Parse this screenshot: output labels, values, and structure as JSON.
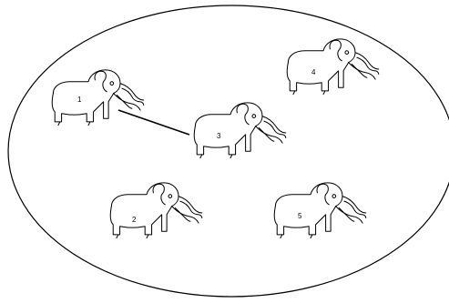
{
  "diagram": {
    "colors": {
      "stroke": "#000000",
      "background": "#ffffff"
    },
    "elephants": [
      {
        "id": "1",
        "label": "1"
      },
      {
        "id": "2",
        "label": "2"
      },
      {
        "id": "3",
        "label": "3"
      },
      {
        "id": "4",
        "label": "4"
      },
      {
        "id": "5",
        "label": "5"
      }
    ],
    "edges": [
      {
        "from": "1",
        "to": "3"
      }
    ]
  }
}
